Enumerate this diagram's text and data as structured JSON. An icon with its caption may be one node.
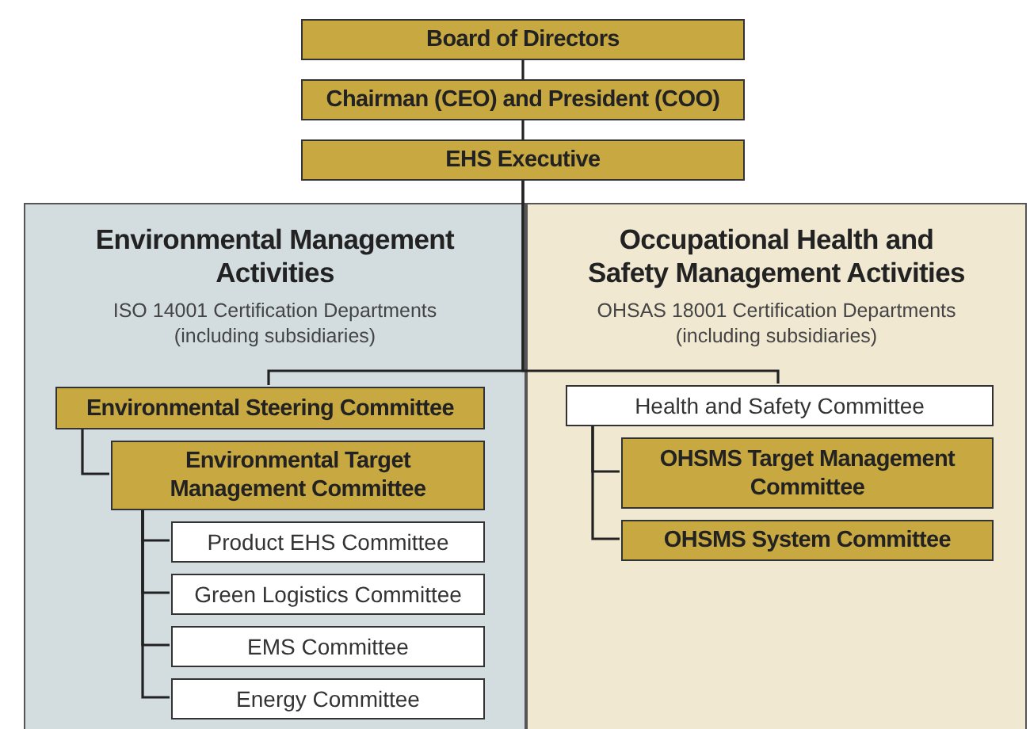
{
  "diagram": {
    "nodes": [
      {
        "text": [
          "Board of Directors"
        ]
      },
      {
        "text": [
          "Chairman (CEO) and President (COO)"
        ]
      },
      {
        "text": [
          "EHS Executive"
        ]
      },
      {
        "text": [
          "Environmental Management Activities",
          "ISO 14001 Certification Departments (including subsidiaries)"
        ]
      },
      {
        "text": [
          "Occupational Health and Safety Management Activities",
          "OHSAS 18001 Certification Departments (including subsidiaries)"
        ]
      },
      {
        "text": [
          "Environmental Steering Committee"
        ],
        "in": 3
      },
      {
        "text": [
          "Environmental Target Management Committee"
        ],
        "in": 3
      },
      {
        "text": [
          "Product EHS Committee"
        ],
        "in": 3
      },
      {
        "text": [
          "Green Logistics Committee"
        ],
        "in": 3
      },
      {
        "text": [
          "EMS Committee"
        ],
        "in": 3
      },
      {
        "text": [
          "Energy Committee"
        ],
        "in": 3
      },
      {
        "text": [
          "Health and Safety Committee"
        ],
        "in": 4
      },
      {
        "text": [
          "OHSMS Target Management Committee"
        ],
        "in": 4
      },
      {
        "text": [
          "OHSMS System Committee"
        ],
        "in": 4
      }
    ],
    "edges": [
      {
        "from": 0,
        "to": 1,
        "arrow": "none"
      },
      {
        "from": 1,
        "to": 2,
        "arrow": "none"
      },
      {
        "from": 2,
        "to": 5,
        "arrow": "none"
      },
      {
        "from": 2,
        "to": 11,
        "arrow": "none"
      },
      {
        "from": 5,
        "to": 6,
        "arrow": "none"
      },
      {
        "from": 6,
        "to": 7,
        "arrow": "none"
      },
      {
        "from": 6,
        "to": 8,
        "arrow": "none"
      },
      {
        "from": 6,
        "to": 9,
        "arrow": "none"
      },
      {
        "from": 6,
        "to": 10,
        "arrow": "none"
      },
      {
        "from": 11,
        "to": 12,
        "arrow": "none"
      },
      {
        "from": 11,
        "to": 13,
        "arrow": "none"
      }
    ]
  }
}
